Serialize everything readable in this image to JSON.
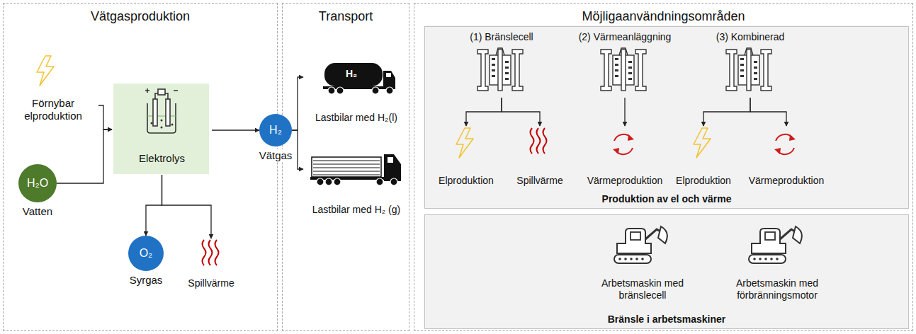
{
  "diagram": {
    "nodes": [
      {
        "text": [
          "Vätgasproduktion"
        ]
      },
      {
        "text": [
          "Transport"
        ]
      },
      {
        "text": [
          "Möjligaanvändningsområden"
        ]
      },
      {
        "text": [
          "Förnybar elproduktion"
        ],
        "in": 0
      },
      {
        "text": [
          "H₂O",
          "Vatten"
        ],
        "in": 0
      },
      {
        "text": [
          "Elektrolys"
        ],
        "in": 0
      },
      {
        "text": [
          "H₂",
          "Vätgas"
        ],
        "in": 0
      },
      {
        "text": [
          "O₂",
          "Syrgas"
        ],
        "in": 0
      },
      {
        "text": [
          "Spillvärme"
        ],
        "in": 0
      },
      {
        "text": [
          "Lastbilar med H₂(l)"
        ],
        "in": 1
      },
      {
        "text": [
          "Lastbilar med H₂ (g)"
        ],
        "in": 1
      },
      {
        "text": [
          "Produktion av el och värme"
        ],
        "in": 2
      },
      {
        "text": [
          "(1) Bränslecell"
        ],
        "in": 11
      },
      {
        "text": [
          "Elproduktion"
        ],
        "in": 11
      },
      {
        "text": [
          "Spillvärme"
        ],
        "in": 11
      },
      {
        "text": [
          "(2) Värmeanläggning"
        ],
        "in": 11
      },
      {
        "text": [
          "Värmeproduktion"
        ],
        "in": 11
      },
      {
        "text": [
          "(3) Kombinerad"
        ],
        "in": 11
      },
      {
        "text": [
          "Elproduktion"
        ],
        "in": 11
      },
      {
        "text": [
          "Värmeproduktion"
        ],
        "in": 11
      },
      {
        "text": [
          "Bränsle i arbetsmaskiner"
        ],
        "in": 2
      },
      {
        "text": [
          "Arbetsmaskin med bränslecell"
        ],
        "in": 20
      },
      {
        "text": [
          "Arbetsmaskin med förbränningsmotor"
        ],
        "in": 20
      }
    ],
    "edges": [
      {
        "from": 3,
        "to": 5,
        "arrow": "to"
      },
      {
        "from": 4,
        "to": 5,
        "arrow": "to"
      },
      {
        "from": 5,
        "to": 6,
        "arrow": "to"
      },
      {
        "from": 5,
        "to": 7,
        "arrow": "to"
      },
      {
        "from": 5,
        "to": 8,
        "arrow": "to"
      },
      {
        "from": 6,
        "to": 9,
        "arrow": "to"
      },
      {
        "from": 6,
        "to": 10,
        "arrow": "to"
      },
      {
        "from": 12,
        "to": 13,
        "arrow": "to"
      },
      {
        "from": 12,
        "to": 14,
        "arrow": "to"
      },
      {
        "from": 15,
        "to": 16,
        "arrow": "to"
      },
      {
        "from": 17,
        "to": 18,
        "arrow": "to"
      },
      {
        "from": 17,
        "to": 19,
        "arrow": "to"
      }
    ],
    "labels": [
      "H₂"
    ]
  }
}
